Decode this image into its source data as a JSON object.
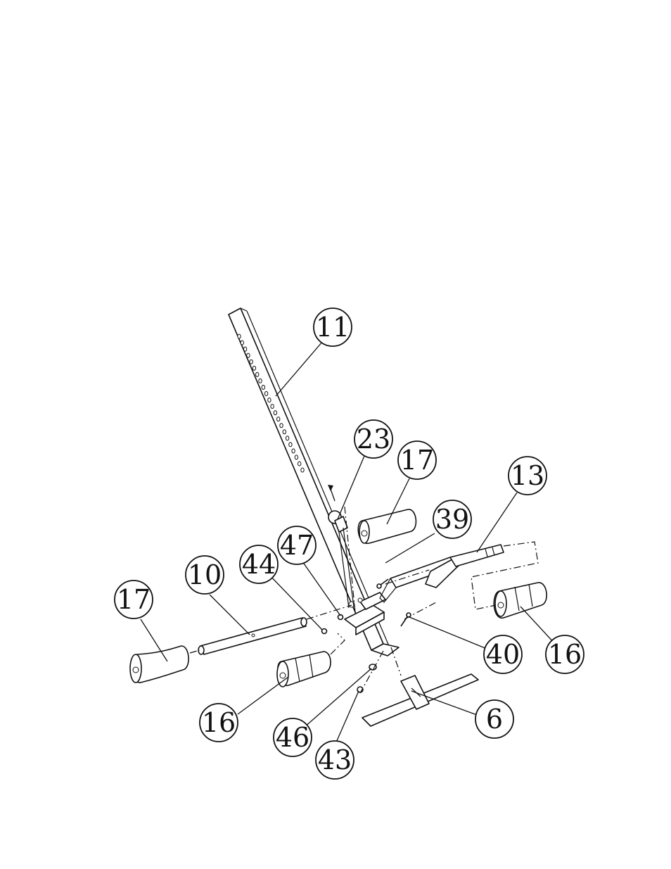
{
  "diagram": {
    "callouts": [
      {
        "id": "11",
        "label": "11"
      },
      {
        "id": "23",
        "label": "23"
      },
      {
        "id": "17a",
        "label": "17"
      },
      {
        "id": "13",
        "label": "13"
      },
      {
        "id": "39",
        "label": "39"
      },
      {
        "id": "47",
        "label": "47"
      },
      {
        "id": "44",
        "label": "44"
      },
      {
        "id": "10",
        "label": "10"
      },
      {
        "id": "17b",
        "label": "17"
      },
      {
        "id": "16a",
        "label": "16"
      },
      {
        "id": "40",
        "label": "40"
      },
      {
        "id": "16b",
        "label": "16"
      },
      {
        "id": "6",
        "label": "6"
      },
      {
        "id": "46",
        "label": "46"
      },
      {
        "id": "43",
        "label": "43"
      }
    ]
  }
}
